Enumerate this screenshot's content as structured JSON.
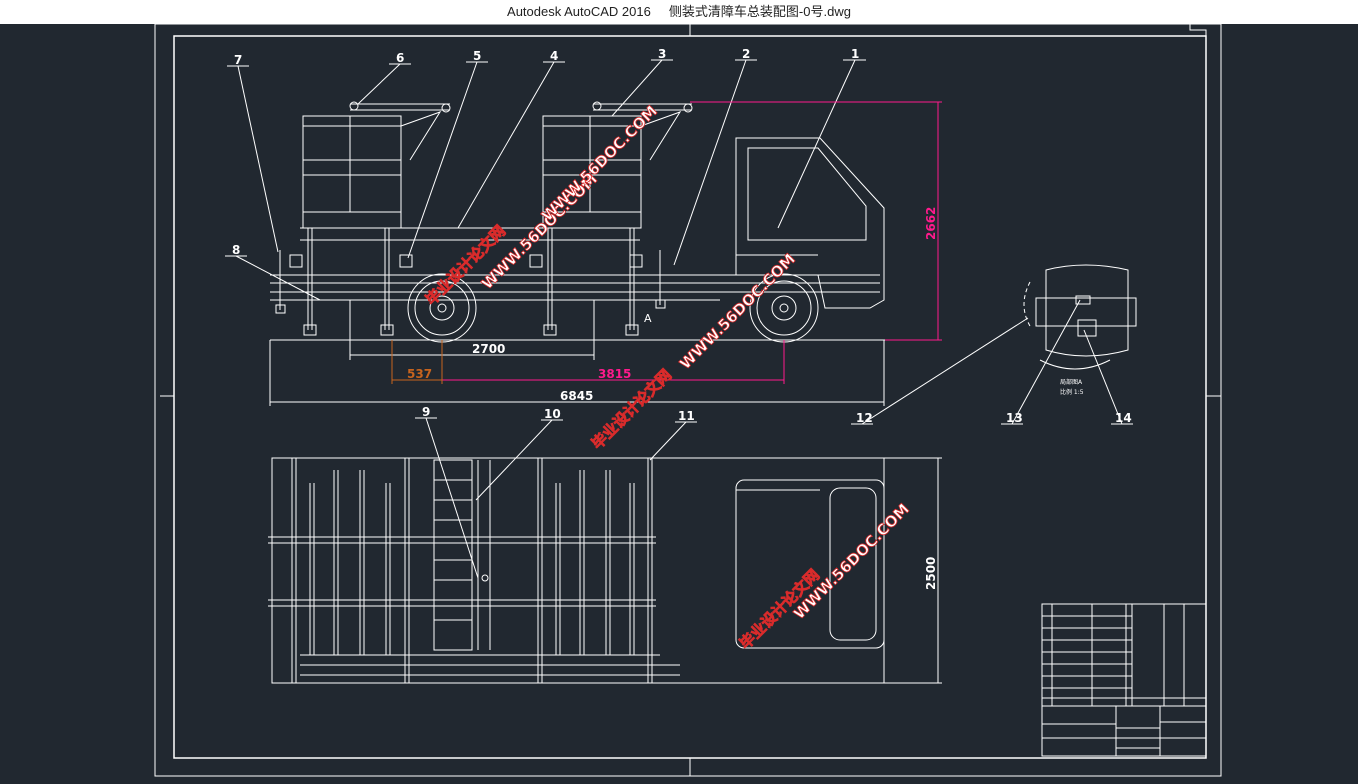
{
  "window": {
    "app_name": "Autodesk AutoCAD 2016",
    "file_name": "侧装式清障车总装配图-0号.dwg"
  },
  "colors": {
    "background": "#212830",
    "line": "#ffffff",
    "dimension_magenta": "#ff1a8c",
    "dimension_orange": "#c8641e",
    "watermark": "#d92b2b"
  },
  "balloons": [
    "1",
    "2",
    "3",
    "4",
    "5",
    "6",
    "7",
    "8",
    "9",
    "10",
    "11",
    "12",
    "13",
    "14"
  ],
  "dimensions": {
    "wheelbase": "2700",
    "front_offset": "537",
    "rear_span": "3815",
    "overall_length": "6845",
    "overall_height": "2662",
    "overall_width": "2500"
  },
  "detail": {
    "letter": "A",
    "caption": "局部图A",
    "scale": "比例 1:5"
  },
  "watermarks": {
    "cn": "毕业设计论文网",
    "url": "WWW.56DOC.COM"
  }
}
